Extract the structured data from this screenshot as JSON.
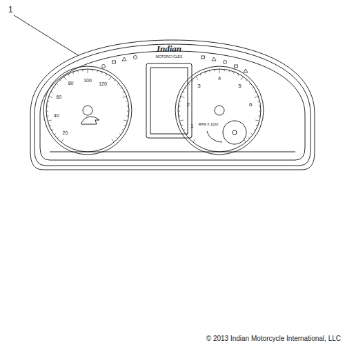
{
  "diagram": {
    "labels": [
      "1",
      "Indian",
      "MOTORCYCLES",
      "20",
      "40",
      "60",
      "80",
      "100",
      "120",
      "1",
      "2",
      "3",
      "4",
      "5",
      "6",
      "RPM X 1000",
      "© 2013 Indian Motorcycle International, LLC"
    ]
  }
}
